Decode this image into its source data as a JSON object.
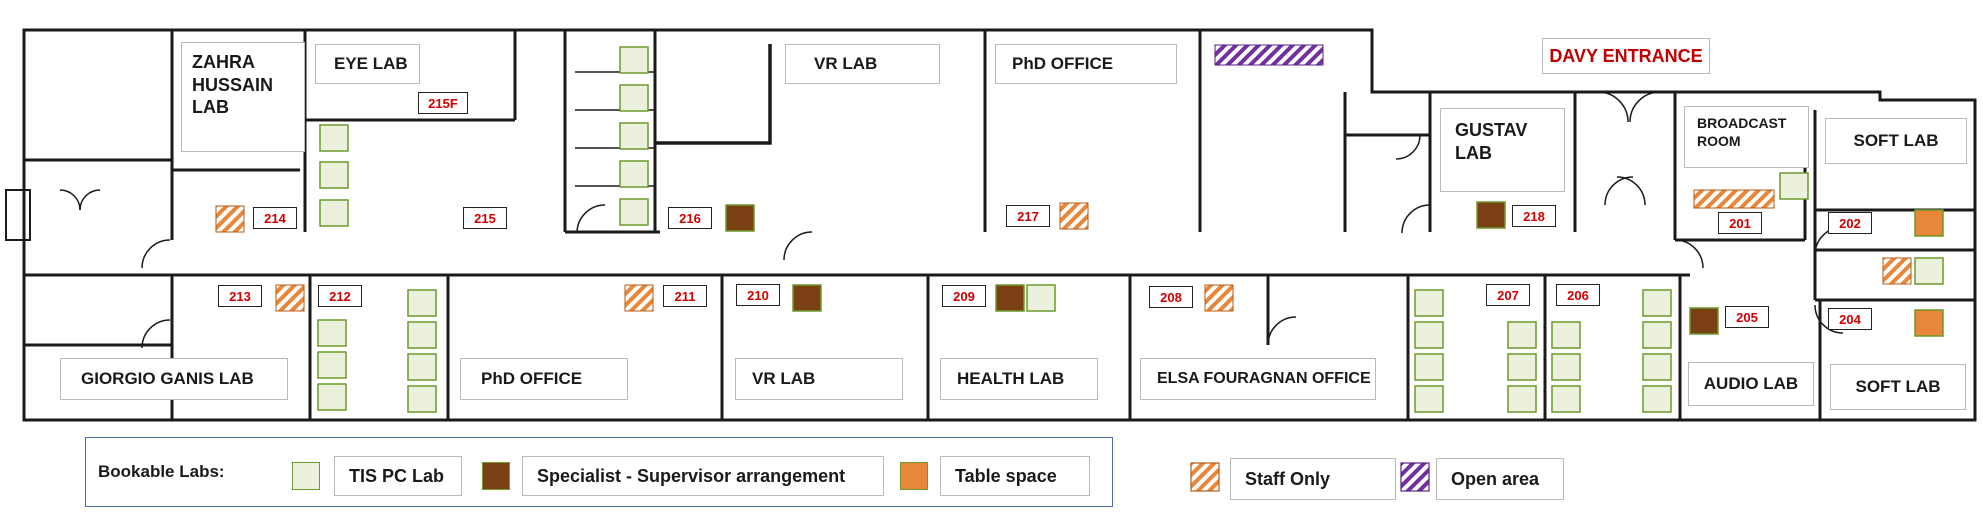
{
  "title": "",
  "colors": {
    "tis_pc_lab": "#ebf1dd",
    "tis_pc_lab_border": "#6c9a2c",
    "specialist": "#7b3f14",
    "table_space": "#e8863a",
    "staff_only_stripe": "#e8863a",
    "open_area_stripe": "#7030a0",
    "wall": "#1a1a1a",
    "room_number_text": "#d40000",
    "entrance_text": "#c00000"
  },
  "entrance": "DAVY ENTRANCE",
  "rooms": [
    {
      "id": "zahra",
      "name": "ZAHRA HUSSAIN LAB"
    },
    {
      "id": "eye",
      "name": "EYE LAB"
    },
    {
      "id": "vr_north",
      "name": "VR LAB"
    },
    {
      "id": "phd_north",
      "name": "PhD OFFICE"
    },
    {
      "id": "gustav",
      "name": "GUSTAV LAB"
    },
    {
      "id": "broadcast",
      "name": "BROADCAST ROOM"
    },
    {
      "id": "soft_north",
      "name": "SOFT LAB"
    },
    {
      "id": "giorgio",
      "name": "GIORGIO GANIS LAB"
    },
    {
      "id": "phd_south",
      "name": "PhD OFFICE"
    },
    {
      "id": "vr_south",
      "name": "VR LAB"
    },
    {
      "id": "health",
      "name": "HEALTH LAB"
    },
    {
      "id": "elsa",
      "name": "ELSA FOURAGNAN OFFICE"
    },
    {
      "id": "audio",
      "name": "AUDIO LAB"
    },
    {
      "id": "soft_south",
      "name": "SOFT LAB"
    }
  ],
  "room_numbers": [
    "215F",
    "214",
    "215",
    "216",
    "217",
    "218",
    "201",
    "202",
    "213",
    "212",
    "211",
    "210",
    "209",
    "208",
    "207",
    "206",
    "205",
    "204"
  ],
  "legend": {
    "title": "Bookable Labs:",
    "items": [
      {
        "label": "TIS PC Lab",
        "swatch": "tis-pc-lab"
      },
      {
        "label": "Specialist - Supervisor arrangement",
        "swatch": "specialist"
      },
      {
        "label": "Table space",
        "swatch": "table-space"
      },
      {
        "label": "Staff Only",
        "swatch": "staff-only"
      },
      {
        "label": "Open area",
        "swatch": "open-area"
      }
    ]
  }
}
